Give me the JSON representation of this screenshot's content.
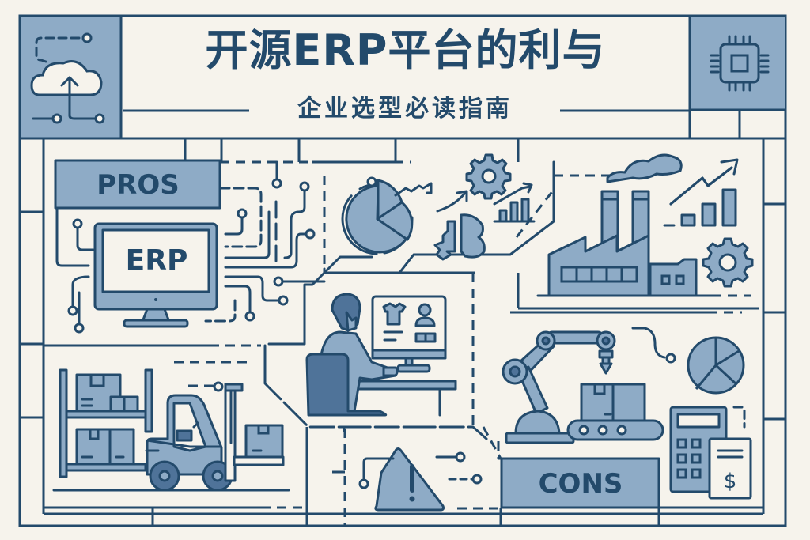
{
  "header": {
    "title": "开源ERP平台的利与",
    "subtitle": "企业选型必读指南",
    "left_icon": "cloud-upload-icon",
    "right_icon": "cpu-chip-icon"
  },
  "sections": {
    "pros_label": "PROS",
    "erp_label": "ERP",
    "cons_label": "CONS"
  },
  "illustrations": [
    {
      "name": "erp-monitor",
      "icon": "monitor-icon"
    },
    {
      "name": "analytics-cluster",
      "icon": "pie-chart-icon"
    },
    {
      "name": "factory",
      "icon": "factory-icon"
    },
    {
      "name": "office-worker",
      "icon": "person-at-computer-icon"
    },
    {
      "name": "warehouse-forklift",
      "icon": "forklift-icon"
    },
    {
      "name": "robot-arm-conveyor",
      "icon": "robot-arm-icon"
    },
    {
      "name": "warning",
      "icon": "warning-triangle-icon"
    },
    {
      "name": "calculator-invoice",
      "icon": "calculator-icon"
    }
  ],
  "colors": {
    "ink": "#234a6b",
    "fill": "#8eabc6",
    "background": "#f6f3ec"
  }
}
